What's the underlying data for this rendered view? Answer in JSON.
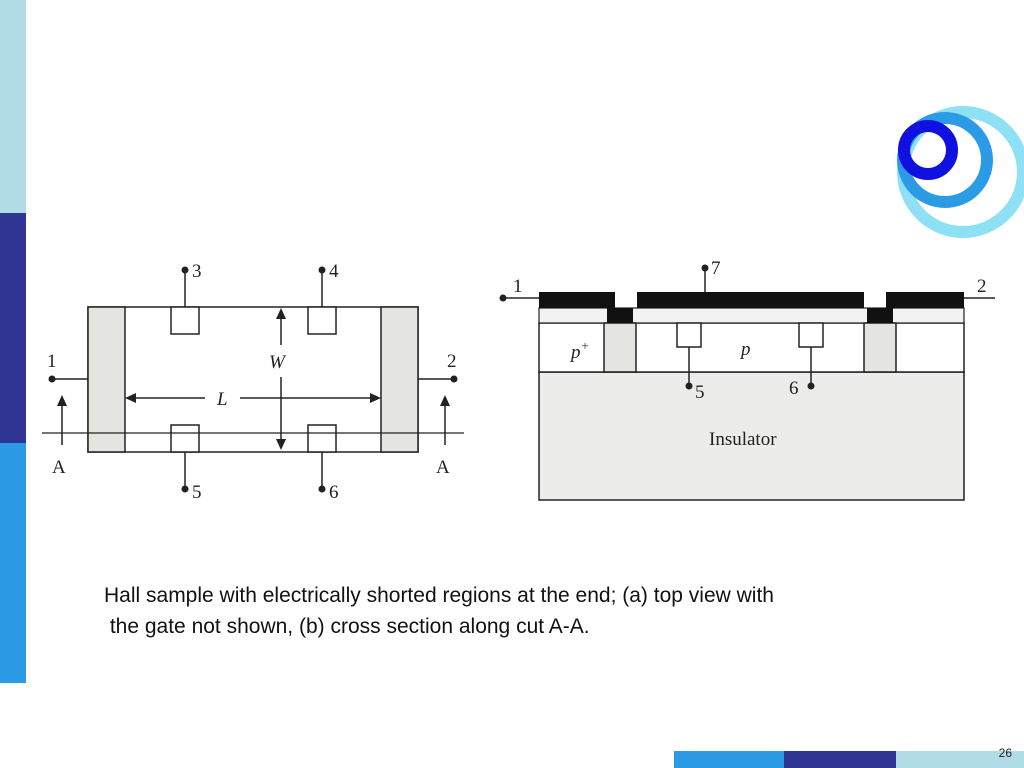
{
  "caption": {
    "line1": "Hall sample with electrically shorted regions at the end; (a) top view with",
    "line2": " the gate not shown, (b) cross section along cut A-A."
  },
  "page_number": "26",
  "figure_a": {
    "terminal_labels": [
      "1",
      "2",
      "3",
      "4",
      "5",
      "6"
    ],
    "cut_labels": [
      "A",
      "A"
    ],
    "dimension_width": "W",
    "dimension_length": "L"
  },
  "figure_b": {
    "terminal_labels": [
      "1",
      "2",
      "7",
      "5",
      "6"
    ],
    "region_p_plus": "p",
    "region_p_plus_sup": "+",
    "region_p": "p",
    "substrate_label": "Insulator"
  },
  "colors": {
    "bar_light": "#b0dde5",
    "bar_dark": "#2e3592",
    "bar_blue": "#2b9be6",
    "logo_outer": "#8ee0f5",
    "logo_mid": "#2b9be6",
    "logo_inner": "#1010e0"
  }
}
